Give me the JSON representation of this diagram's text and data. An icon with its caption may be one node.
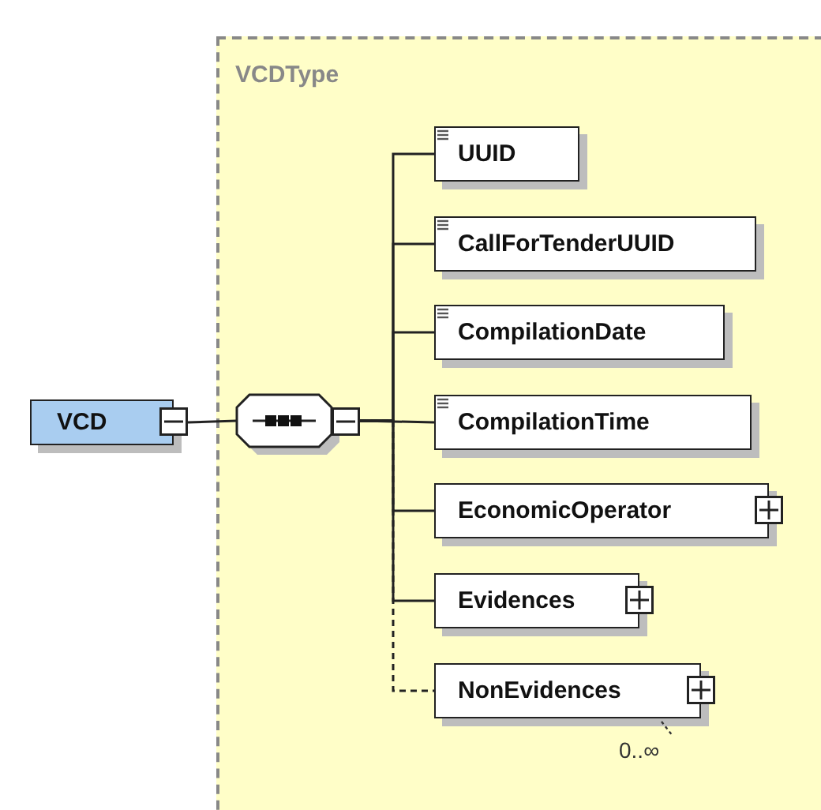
{
  "diagram": {
    "nodes": [
      {
        "text": [
          "VCD"
        ]
      },
      {
        "text": [
          "VCDType"
        ]
      },
      {
        "text": [],
        "shape": "octagon",
        "in": 1
      },
      {
        "text": [
          "UUID"
        ],
        "in": 1
      },
      {
        "text": [
          "CallForTenderUUID"
        ],
        "in": 1
      },
      {
        "text": [
          "CompilationDate"
        ],
        "in": 1
      },
      {
        "text": [
          "CompilationTime"
        ],
        "in": 1
      },
      {
        "text": [
          "EconomicOperator"
        ],
        "in": 1
      },
      {
        "text": [
          "Evidences"
        ],
        "in": 1
      },
      {
        "text": [
          "NonEvidences"
        ],
        "in": 1,
        "beside": [
          "0..∞"
        ]
      }
    ],
    "edges": [
      {
        "from": 0,
        "to": 2,
        "arrow": "none"
      },
      {
        "from": 2,
        "to": 3,
        "arrow": "none"
      },
      {
        "from": 2,
        "to": 4,
        "arrow": "none"
      },
      {
        "from": 2,
        "to": 5,
        "arrow": "none"
      },
      {
        "from": 2,
        "to": 6,
        "arrow": "none"
      },
      {
        "from": 2,
        "to": 7,
        "arrow": "none"
      },
      {
        "from": 2,
        "to": 8,
        "arrow": "none"
      },
      {
        "from": 2,
        "to": 9,
        "arrow": "none",
        "style": "dashed"
      }
    ]
  }
}
